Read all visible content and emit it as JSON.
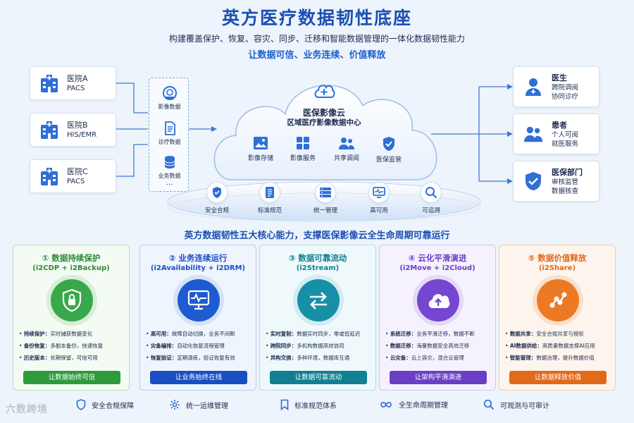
{
  "header": {
    "title": "英方医疗数据韧性底座",
    "subtitle": "构建覆盖保护、恢复、容灾、同步、迁移和智能数据管理的一体化数据韧性能力",
    "tagline": "让数据可信、业务连续、价值释放"
  },
  "hospitals": [
    {
      "name": "医院A",
      "system": "PACS",
      "icon": "hospital-icon"
    },
    {
      "name": "医院B",
      "system": "HIS/EMR",
      "icon": "hospital-icon"
    },
    {
      "name": "医院C",
      "system": "PACS",
      "icon": "hospital-icon"
    }
  ],
  "data_types": {
    "items": [
      {
        "label": "影像数据",
        "icon": "scan-icon"
      },
      {
        "label": "诊疗数据",
        "icon": "document-icon"
      },
      {
        "label": "业务数据",
        "icon": "database-icon"
      }
    ],
    "more": "···"
  },
  "cloud": {
    "title": "医保影像云",
    "subtitle": "区域医疗影像数据中心",
    "features": [
      {
        "label": "影像存储",
        "icon": "image-icon"
      },
      {
        "label": "影像服务",
        "icon": "grid-icon"
      },
      {
        "label": "共享调阅",
        "icon": "users-icon"
      },
      {
        "label": "医保监管",
        "icon": "shield-check-icon"
      }
    ]
  },
  "base": [
    {
      "label": "安全合规",
      "icon": "shield-icon"
    },
    {
      "label": "标准规范",
      "icon": "list-icon"
    },
    {
      "label": "统一管理",
      "icon": "server-icon"
    },
    {
      "label": "高可用",
      "icon": "monitor-pulse-icon"
    },
    {
      "label": "可追溯",
      "icon": "search-icon"
    }
  ],
  "consumers": [
    {
      "name": "医生",
      "lines": [
        "跨院调阅",
        "协同诊疗"
      ],
      "icon": "doctor-icon"
    },
    {
      "name": "患者",
      "lines": [
        "个人可阅",
        "就医服务"
      ],
      "icon": "patients-icon"
    },
    {
      "name": "医保部门",
      "lines": [
        "审核监管",
        "数据核查"
      ],
      "icon": "shield-check-icon"
    }
  ],
  "core_title": "英方数据韧性五大核心能力，支撑医保影像云全生命周期可靠运行",
  "cards": [
    {
      "title": "① 数据持续保护",
      "sub": "(i2CDP + i2Backup)",
      "icon": "lock-shield-icon",
      "color": "#2e9a3e",
      "bg": "#f1faf1",
      "items": [
        [
          "持续保护：",
          "实时捕获数据变化"
        ],
        [
          "备份恢复：",
          "多副本备份，快速恢复"
        ],
        [
          "历史版本：",
          "长期保留，可信可用"
        ]
      ],
      "button": "让数据始终可信"
    },
    {
      "title": "② 业务连续运行",
      "sub": "(i2Availability + i2DRM)",
      "icon": "monitor-pulse-icon",
      "color": "#1a4fc4",
      "bg": "#eef4fd",
      "items": [
        [
          "高可用：",
          "故障自动切换，业务不间断"
        ],
        [
          "灾备编排：",
          "自动化恢复流程管理"
        ],
        [
          "恢复验证：",
          "定期演练，验证恢复有效"
        ]
      ],
      "button": "让业务始终在线"
    },
    {
      "title": "③ 数据可靠流动",
      "sub": "(i2Stream)",
      "icon": "swap-arrows-icon",
      "color": "#127f93",
      "bg": "#eef8fa",
      "items": [
        [
          "实时复制：",
          "数据实时同步，零或低延迟"
        ],
        [
          "跨院同步：",
          "多机构数据高效协同"
        ],
        [
          "异构交换：",
          "多种环境，数据库互通"
        ]
      ],
      "button": "让数据可靠流动"
    },
    {
      "title": "④ 云化平滑演进",
      "sub": "(i2Move + i2Cloud)",
      "icon": "cloud-upload-icon",
      "color": "#6a3fc4",
      "bg": "#f5f1fc",
      "items": [
        [
          "系统迁移：",
          "业务平滑迁移，数据不断"
        ],
        [
          "数据迁移：",
          "海量数据安全高效迁移"
        ],
        [
          "云灾备：",
          "云上容灾，混合云管理"
        ]
      ],
      "button": "让架构平滑演进"
    },
    {
      "title": "⑤ 数据价值释放",
      "sub": "(i2Share)",
      "icon": "nodes-icon",
      "color": "#e0691a",
      "bg": "#fdf4ec",
      "items": [
        [
          "数据共享：",
          "安全合规共享与授权"
        ],
        [
          "AI数据供给：",
          "高质量数据支撑AI应用"
        ],
        [
          "智能管理：",
          "数据治理，提升数据价值"
        ]
      ],
      "button": "让数据释放价值"
    }
  ],
  "footer": [
    {
      "label": "安全合规保障",
      "icon": "shield-icon"
    },
    {
      "label": "统一运维管理",
      "icon": "gear-icon"
    },
    {
      "label": "标准规范体系",
      "icon": "bookmark-icon"
    },
    {
      "label": "全生命周期管理",
      "icon": "infinity-icon"
    },
    {
      "label": "可观测与可审计",
      "icon": "search-icon"
    }
  ],
  "watermark": "六数跨境",
  "colors": {
    "primary": "#1b4fb3",
    "accent": "#2a6fd8",
    "line": "#3a7bd5"
  }
}
